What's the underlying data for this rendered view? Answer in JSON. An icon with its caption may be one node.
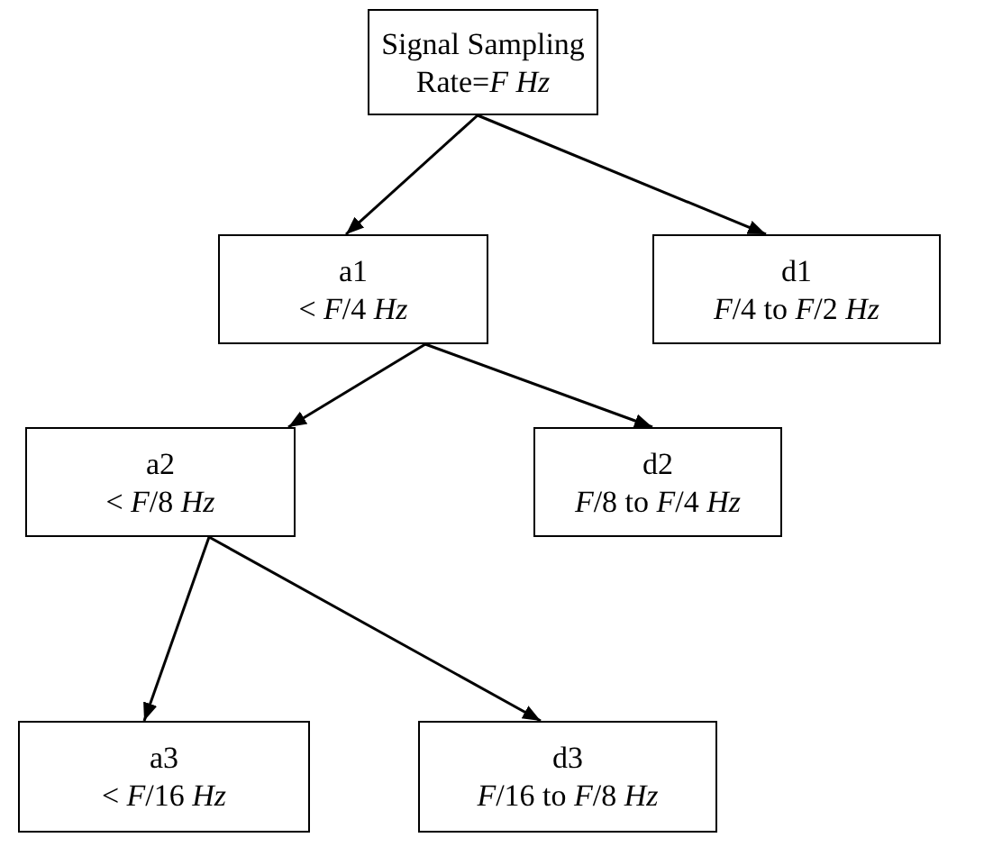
{
  "diagram": {
    "nodes": [
      {
        "text": [
          "Signal Sampling",
          "Rate=*F Hz*"
        ]
      },
      {
        "text": [
          "a1",
          "< *F*/4 *Hz*"
        ]
      },
      {
        "text": [
          "d1",
          "*F*/4 to *F*/2 *Hz*"
        ]
      },
      {
        "text": [
          "a2",
          "< *F*/8 *Hz*"
        ]
      },
      {
        "text": [
          "d2",
          "*F*/8 to *F*/4 *Hz*"
        ]
      },
      {
        "text": [
          "a3",
          "< *F*/16 *Hz*"
        ]
      },
      {
        "text": [
          "d3",
          "*F*/16 to *F*/8 *Hz*"
        ]
      }
    ],
    "edges": [
      {
        "from": 0,
        "to": 1,
        "arrow": "to"
      },
      {
        "from": 0,
        "to": 2,
        "arrow": "to"
      },
      {
        "from": 1,
        "to": 3,
        "arrow": "to"
      },
      {
        "from": 1,
        "to": 4,
        "arrow": "to"
      },
      {
        "from": 3,
        "to": 5,
        "arrow": "to"
      },
      {
        "from": 3,
        "to": 6,
        "arrow": "to"
      }
    ]
  }
}
